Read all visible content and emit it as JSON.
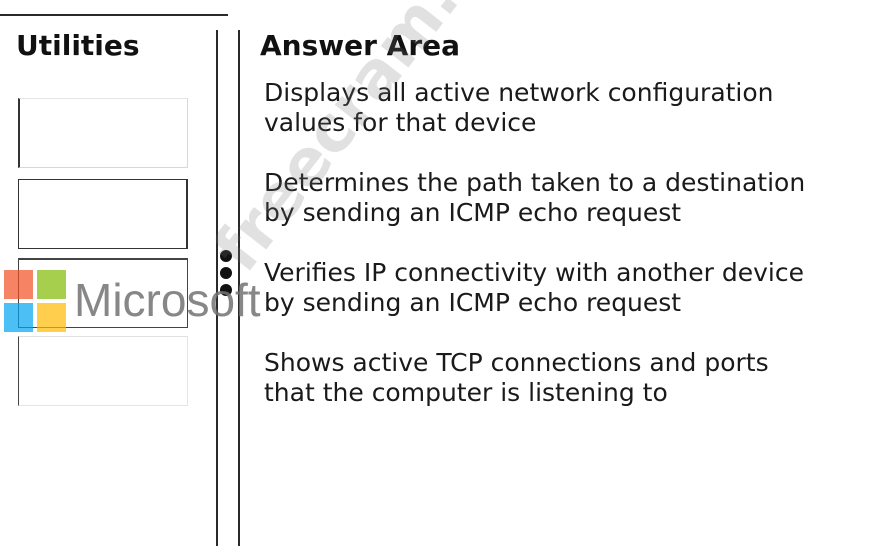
{
  "utilities": {
    "heading": "Utilities",
    "slots": [
      {
        "label": ""
      },
      {
        "label": ""
      },
      {
        "label": ""
      },
      {
        "label": ""
      }
    ]
  },
  "answer_area": {
    "heading": "Answer Area",
    "items": [
      {
        "lines": [
          "Displays all active network configuration",
          "values for that device"
        ]
      },
      {
        "lines": [
          "Determines the path taken to a destination",
          "by sending an ICMP echo request"
        ]
      },
      {
        "lines": [
          "Verifies IP connectivity with another device",
          "by sending an ICMP echo request"
        ]
      },
      {
        "lines": [
          "Shows active TCP connections and ports",
          "that the computer is listening to"
        ]
      }
    ]
  },
  "overlay": {
    "brand_text": "Microsoft",
    "watermark_text": "freecram.net",
    "logo_colors": [
      "#f25022",
      "#7fba00",
      "#00a4ef",
      "#ffb900"
    ]
  },
  "icons": {
    "drag_handle": "vertical-ellipsis-icon"
  }
}
